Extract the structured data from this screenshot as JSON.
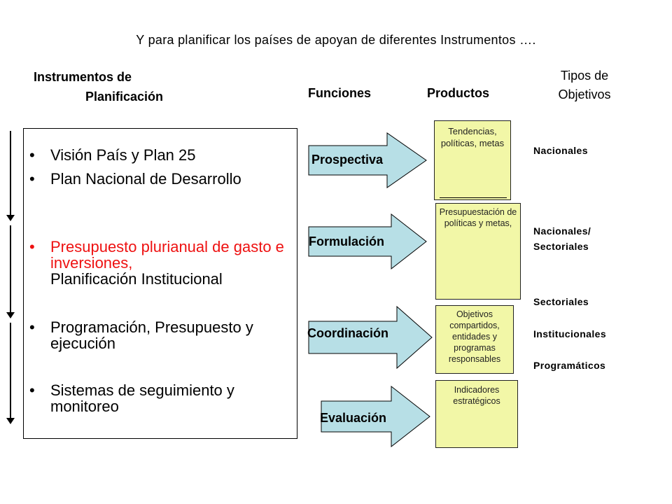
{
  "title": "Y para planificar los países de apoyan de diferentes Instrumentos ….",
  "headers": {
    "instrumentos_line1": "Instrumentos de",
    "instrumentos_line2": "Planificación",
    "funciones": "Funciones",
    "productos": "Productos",
    "tipos_line1": "Tipos de",
    "tipos_line2": "Objetivos"
  },
  "instrumentos": [
    {
      "text": "Visión País y Plan 25",
      "color": "#000000"
    },
    {
      "text": "Plan Nacional de Desarrollo",
      "color": "#000000"
    },
    {
      "text_red": "Presupuesto plurianual de gasto e inversiones,",
      "text_black": "Planificación Institucional",
      "color": "#ee1111"
    },
    {
      "text": "Programación, Presupuesto y ejecución",
      "color": "#000000"
    },
    {
      "text": "Sistemas de seguimiento y monitoreo",
      "color": "#000000"
    }
  ],
  "bullet_glyph": "•",
  "funciones": [
    {
      "label": "Prospectiva"
    },
    {
      "label": "Formulación"
    },
    {
      "label": "Coordinación"
    },
    {
      "label": "Evaluación"
    }
  ],
  "productos": [
    {
      "text": "Tendencias, políticas, metas"
    },
    {
      "text": "Presupuestación de políticas y metas,"
    },
    {
      "text": "Objetivos compartidos, entidades y programas responsables"
    },
    {
      "text": "Indicadores estratégicos"
    }
  ],
  "tipos": [
    "Nacionales",
    "Nacionales/",
    "Sectoriales",
    "Sectoriales",
    "Institucionales",
    "Programáticos"
  ],
  "colors": {
    "arrow_fill": "#b7dfe6",
    "product_fill": "#f2f7a7",
    "red_text": "#ee1111"
  }
}
